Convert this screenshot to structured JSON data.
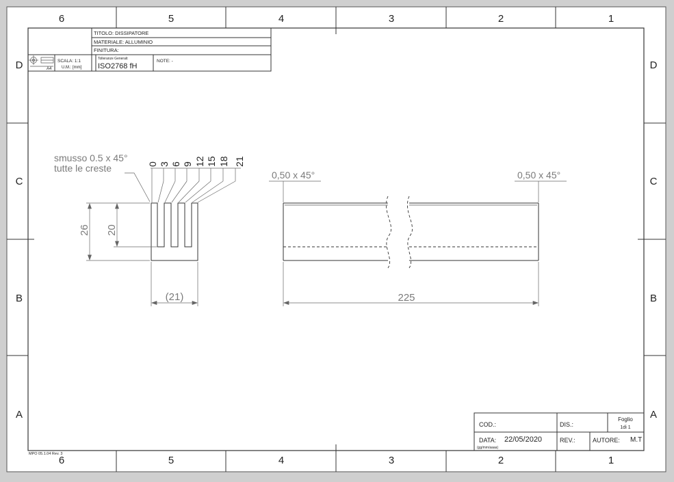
{
  "zones": {
    "columns": [
      "6",
      "5",
      "4",
      "3",
      "2",
      "1"
    ],
    "rows": [
      "D",
      "C",
      "B",
      "A"
    ]
  },
  "title_block": {
    "titolo": "TITOLO:  DISSIPATORE",
    "materiale": "MATERIALE:  ALLUMINIO",
    "finitura": "FINITURA:",
    "scala": "SCALA: 1:1",
    "um": "U.M.: [mm]",
    "format": "A4",
    "tolleranze_label": "Tolleranze Generali:",
    "tolleranze_value": "ISO2768 fH",
    "note": "NOTE: -"
  },
  "bottom_block": {
    "cod": "COD.:",
    "dis": "DIS.:",
    "foglio": "Foglio",
    "foglio_num": "1di 1",
    "data_label": "DATA:",
    "data_value": "22/05/2020",
    "data_format": "(gg/mm/aaaa)",
    "rev": "REV.:",
    "autore_label": "AUTORE:",
    "autore_value": "M.T"
  },
  "form_ref": "MPO 05.1.04 Rev. 3",
  "drawing": {
    "note_line1": "smusso 0.5 x 45°",
    "note_line2": "tutte le creste",
    "fin_positions": [
      "0",
      "3",
      "6",
      "9",
      "12",
      "15",
      "18",
      "21"
    ],
    "dim_height_total": "26",
    "dim_height_fin": "20",
    "dim_width": "(21)",
    "dim_length": "225",
    "chamfer_left": "0,50 x 45°",
    "chamfer_right": "0,50 x 45°"
  }
}
